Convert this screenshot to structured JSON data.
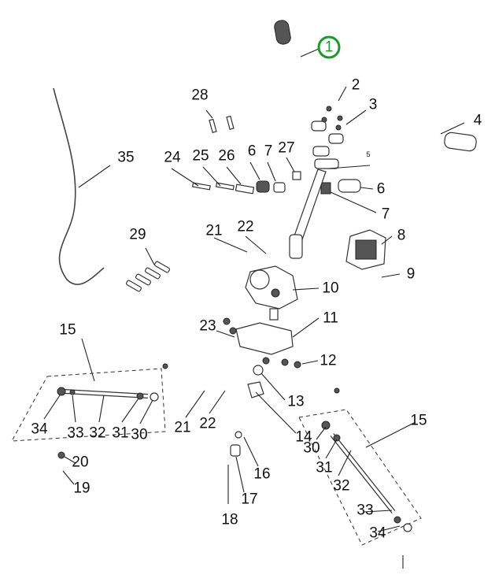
{
  "title": "Steering assembly exploded parts diagram",
  "highlight_color": "#1a9a2a",
  "callouts": [
    "1",
    "2",
    "3",
    "4",
    "5",
    "6",
    "7",
    "8",
    "9",
    "10",
    "11",
    "12",
    "13",
    "14",
    "15",
    "15",
    "16",
    "17",
    "18",
    "19",
    "20",
    "21",
    "22",
    "23",
    "21",
    "22",
    "24",
    "25",
    "26",
    "6",
    "7",
    "27",
    "28",
    "29",
    "35",
    "34",
    "33",
    "32",
    "31",
    "30",
    "30",
    "31",
    "32",
    "33",
    "34"
  ]
}
